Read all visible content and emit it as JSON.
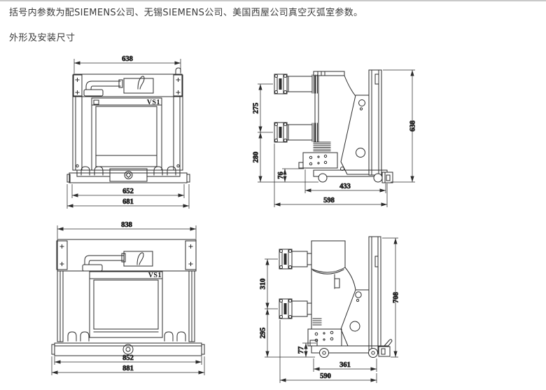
{
  "page": {
    "intro": "括号内参数为配SIEMENS公司、无锡SIEMENS公司、美国西屋公司真空灭弧室参数。",
    "section_title": "外形及安装尺寸"
  },
  "colors": {
    "line": "#2b2b2b",
    "text": "#3a3a3a",
    "top_border": "#c9c9c9",
    "background": "#ffffff"
  },
  "drawings": {
    "front_small": {
      "label": "VS1",
      "dims": {
        "top_width": "638",
        "base_width": "652",
        "overall_width": "681"
      }
    },
    "side_small": {
      "dims": {
        "bushing_spacing": "275",
        "lower_height": "280",
        "base_height": "76",
        "overall_height": "638",
        "wheelbase": "433",
        "overall_depth": "598"
      }
    },
    "front_large": {
      "label": "VS1",
      "dims": {
        "top_width": "838",
        "base_width": "852",
        "overall_width": "881"
      }
    },
    "side_large": {
      "dims": {
        "bushing_spacing": "310",
        "lower_height": "295",
        "base_height": "77",
        "overall_height": "708",
        "wheelbase": "361",
        "overall_depth": "590"
      }
    }
  }
}
